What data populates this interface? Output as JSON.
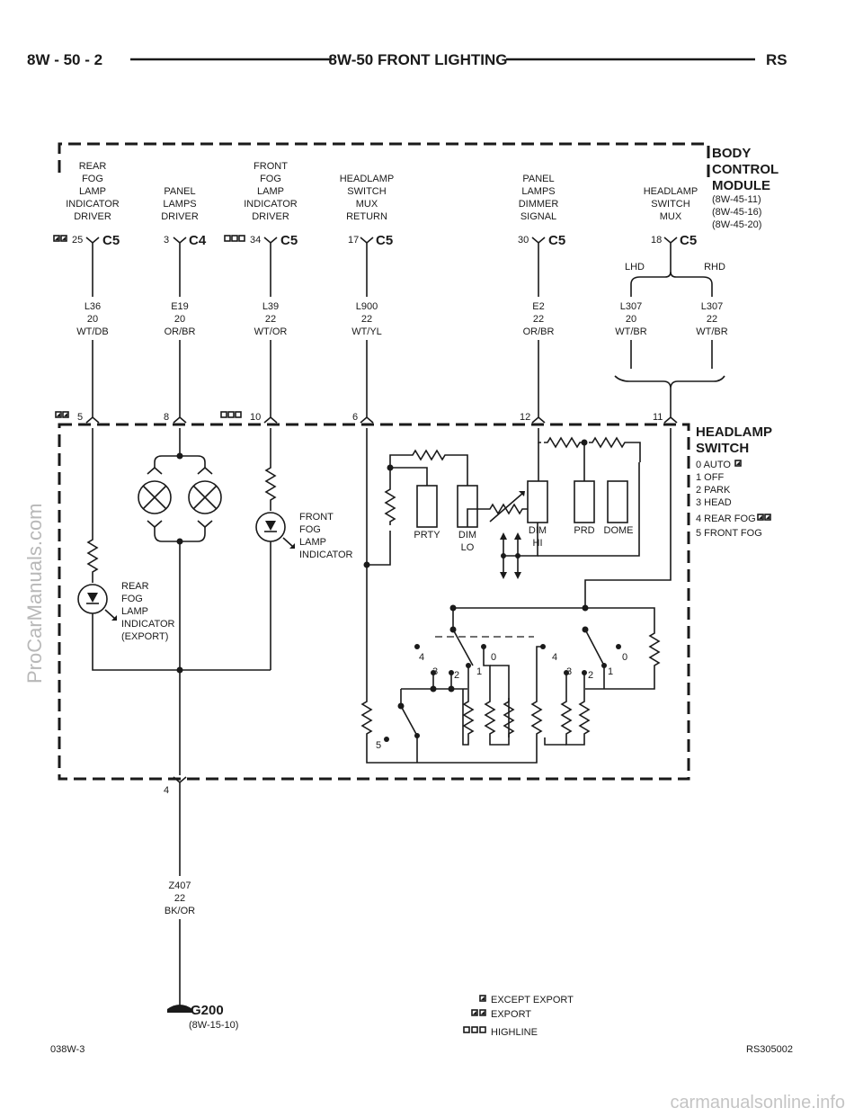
{
  "header": {
    "left": "8W - 50 - 2",
    "center": "8W-50 FRONT LIGHTING",
    "right": "RS"
  },
  "body_control_module": {
    "name_1": "BODY",
    "name_2": "CONTROL",
    "name_3": "MODULE",
    "refs": [
      "(8W-45-11)",
      "(8W-45-16)",
      "(8W-45-20)"
    ]
  },
  "bcm_pins": [
    {
      "lines": [
        "REAR",
        "FOG",
        "LAMP",
        "INDICATOR",
        "DRIVER"
      ],
      "pin": "25",
      "conn": "C5",
      "circuit": "L36",
      "gauge": "20",
      "color": "WT/DB"
    },
    {
      "lines": [
        "PANEL",
        "LAMPS",
        "DRIVER"
      ],
      "pin": "3",
      "conn": "C4",
      "circuit": "E19",
      "gauge": "20",
      "color": "OR/BR"
    },
    {
      "lines": [
        "FRONT",
        "FOG",
        "LAMP",
        "INDICATOR",
        "DRIVER"
      ],
      "pin": "34",
      "conn": "C5",
      "circuit": "L39",
      "gauge": "22",
      "color": "WT/OR"
    },
    {
      "lines": [
        "HEADLAMP",
        "SWITCH",
        "MUX",
        "RETURN"
      ],
      "pin": "17",
      "conn": "C5",
      "circuit": "L900",
      "gauge": "22",
      "color": "WT/YL"
    },
    {
      "lines": [
        "PANEL",
        "LAMPS",
        "DIMMER",
        "SIGNAL"
      ],
      "pin": "30",
      "conn": "C5",
      "circuit": "E2",
      "gauge": "22",
      "color": "OR/BR"
    },
    {
      "lines": [
        "HEADLAMP",
        "SWITCH",
        "MUX"
      ],
      "pin": "18",
      "conn": "C5"
    }
  ],
  "lhd": {
    "label": "LHD",
    "circuit": "L307",
    "gauge": "20",
    "color": "WT/BR"
  },
  "rhd": {
    "label": "RHD",
    "circuit": "L307",
    "gauge": "22",
    "color": "WT/BR"
  },
  "switch_pins": [
    "5",
    "8",
    "10",
    "6",
    "12",
    "11"
  ],
  "headlamp_switch": {
    "name_1": "HEADLAMP",
    "name_2": "SWITCH",
    "positions": [
      "0 AUTO",
      "1 OFF",
      "2 PARK",
      "3 HEAD",
      "4 REAR FOG",
      "5 FRONT FOG"
    ]
  },
  "front_fog_indicator": [
    "FRONT",
    "FOG",
    "LAMP",
    "INDICATOR"
  ],
  "rear_fog_indicator": [
    "REAR",
    "FOG",
    "LAMP",
    "INDICATOR",
    "(EXPORT)"
  ],
  "switch_labels": {
    "prty": "PRTY",
    "dim_lo_1": "DIM",
    "dim_lo_2": "LO",
    "dim_hi_1": "DIM",
    "dim_hi_2": "HI",
    "prd": "PRD",
    "dome": "DOME"
  },
  "contacts_left": {
    "c4": "4",
    "c0": "0",
    "c3": "3",
    "c2": "2",
    "c1": "1",
    "c5": "5"
  },
  "contacts_right": {
    "c4": "4",
    "c0": "0",
    "c3": "3",
    "c2": "2",
    "c1": "1"
  },
  "ground_pin": "4",
  "ground_wire": {
    "circuit": "Z407",
    "gauge": "22",
    "color": "BK/OR"
  },
  "ground": {
    "name": "G200",
    "ref": "(8W-15-10)"
  },
  "legend": [
    {
      "symbol": "single-box",
      "text": "EXCEPT EXPORT"
    },
    {
      "symbol": "double-box",
      "text": "EXPORT"
    },
    {
      "symbol": "triple-box",
      "text": "HIGHLINE"
    }
  ],
  "footer": {
    "left": "038W-3",
    "right": "RS305002"
  },
  "watermarks": {
    "left": "ProCarManuals.com",
    "bottom": "carmanualsonline.info"
  }
}
